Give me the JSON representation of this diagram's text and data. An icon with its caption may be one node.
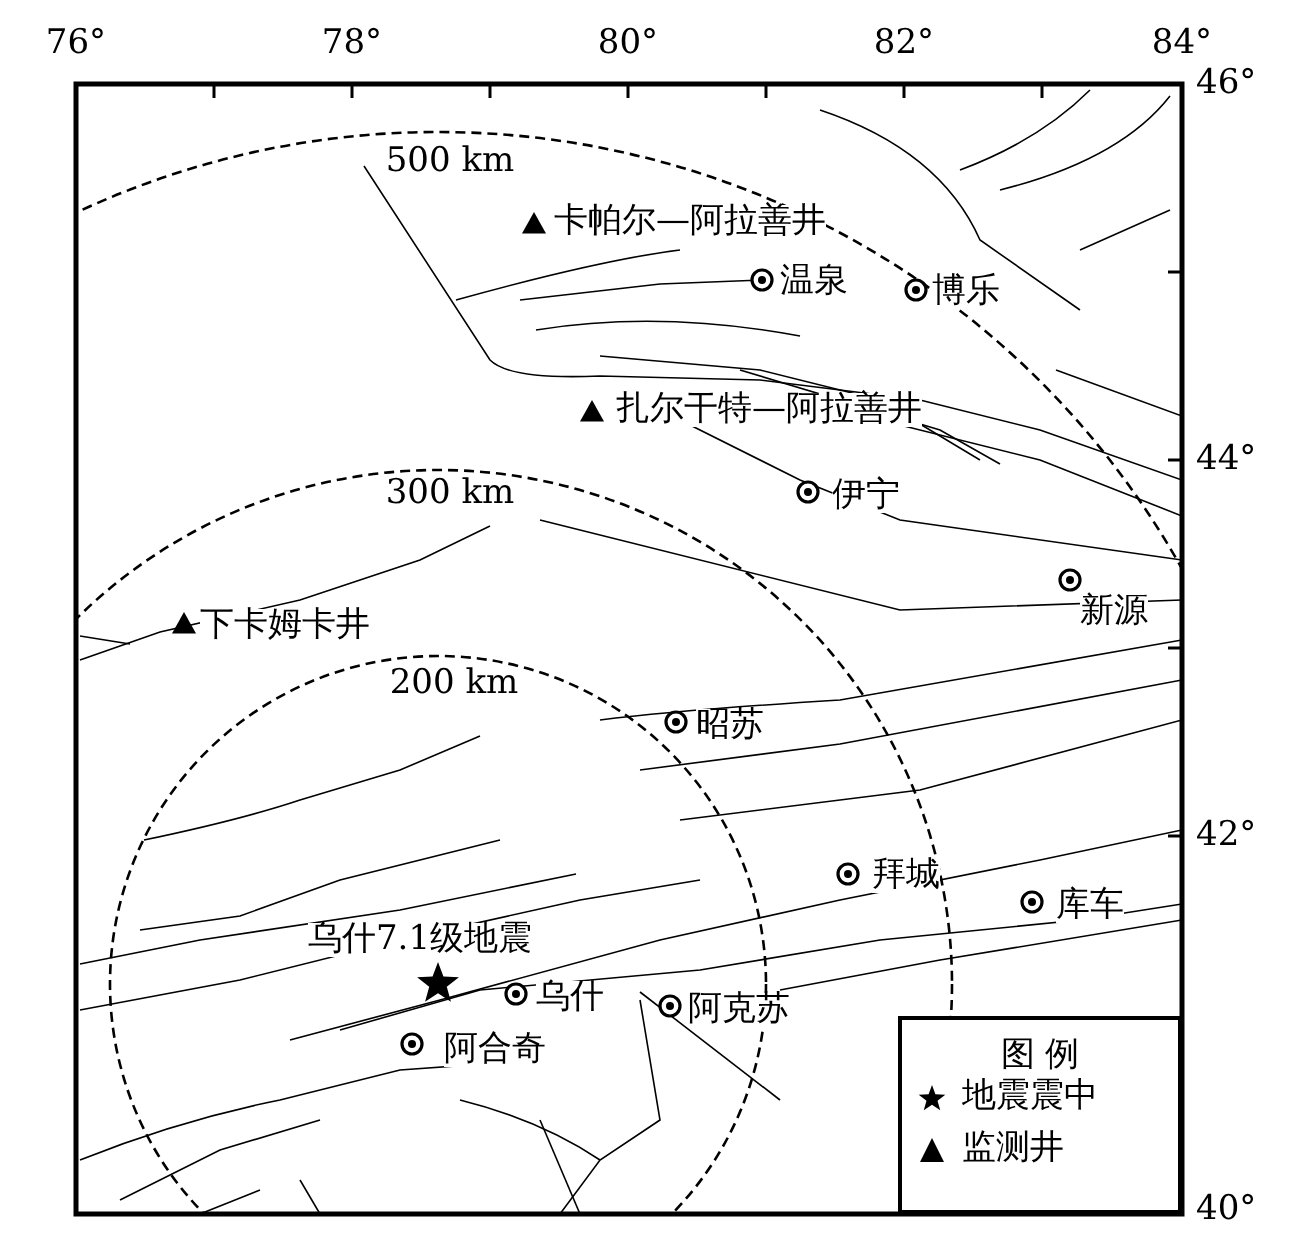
{
  "diagram": {
    "labels": [
      "76°",
      "78°",
      "80°",
      "82°",
      "84°",
      "46°",
      "44°",
      "42°",
      "40°",
      "500 km",
      "卡帕尔—阿拉善井",
      "温泉",
      "博乐",
      "扎尔干特—阿拉善井",
      "300 km",
      "伊宁",
      "新源",
      "下卡姆卡井",
      "200 km",
      "昭苏",
      "拜城",
      "库车",
      "乌什7.1级地震",
      "乌什",
      "阿克苏",
      "阿合奇",
      "图 例"
    ],
    "legend": [
      {
        "text": "地震震中"
      },
      {
        "text": "监测井"
      }
    ]
  }
}
